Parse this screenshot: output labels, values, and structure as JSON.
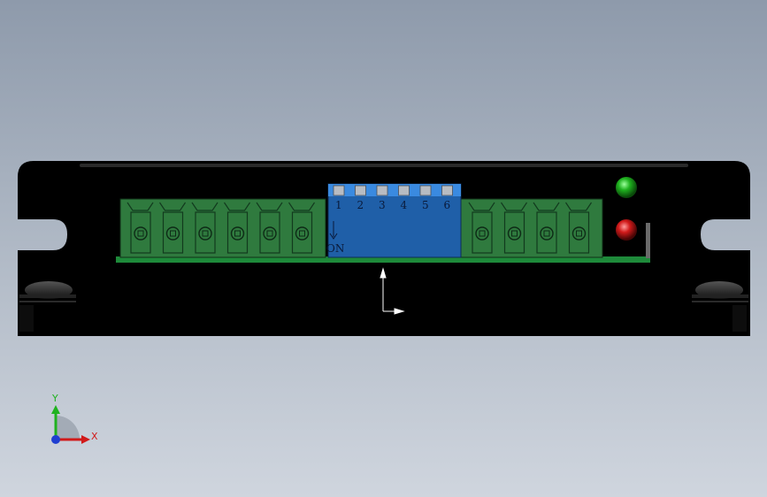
{
  "dip_switch": {
    "labels": [
      "1",
      "2",
      "3",
      "4",
      "5",
      "6"
    ],
    "on_label": "ON"
  },
  "terminals": {
    "left_count": 6,
    "right_count": 4
  },
  "leds": [
    {
      "name": "power-led",
      "color": "#1fb21f"
    },
    {
      "name": "alarm-led",
      "color": "#d11a1a"
    }
  ],
  "triad": {
    "y_label": "Y",
    "x_label": "X"
  },
  "colors": {
    "housing": "#000000",
    "terminal_green": "#2f7a3e",
    "pcb_green": "#1e8a3a",
    "dip_blue": "#1f5fa8",
    "dip_blue_light": "#3a8ae0",
    "axis_y": "#1fb21f",
    "axis_x": "#d11a1a",
    "axis_z": "#1f3fd1"
  }
}
